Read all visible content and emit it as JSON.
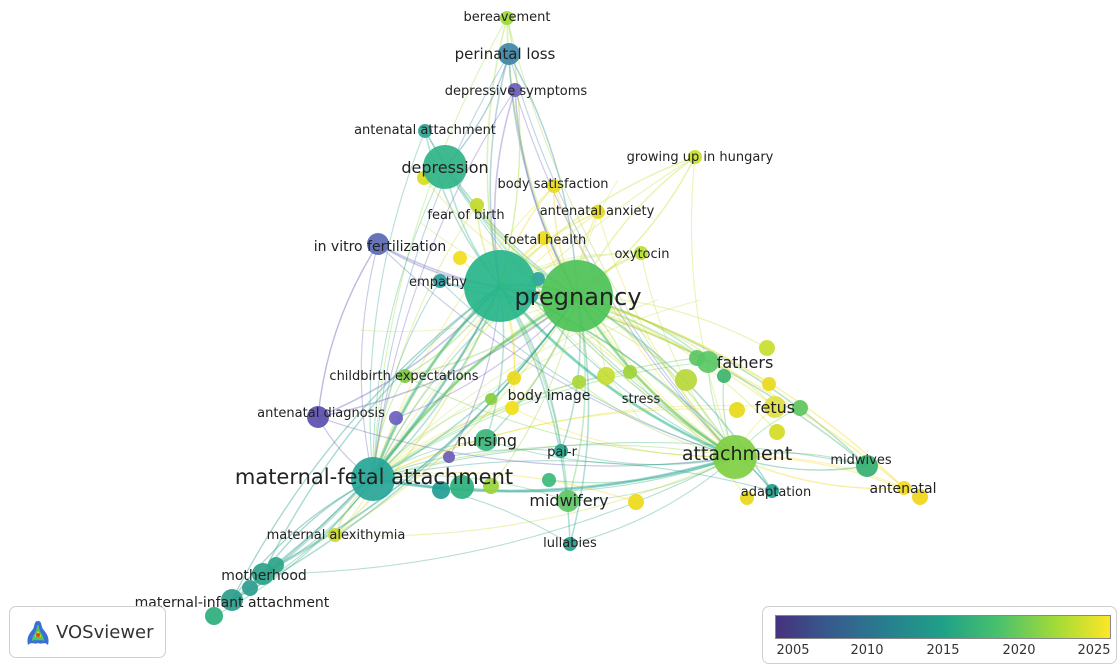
{
  "app": {
    "name": "VOSviewer"
  },
  "legend": {
    "colors": [
      "#46327e",
      "#365c8d",
      "#277f8e",
      "#1fa187",
      "#4ac16d",
      "#a0da39",
      "#fde725"
    ],
    "ticks": [
      "2005",
      "2010",
      "2015",
      "2020",
      "2025"
    ]
  },
  "network": {
    "nodes": [
      {
        "id": "bereavement",
        "label": "bereavement",
        "color": "#9fd938",
        "size": "small"
      },
      {
        "id": "perinatal_loss",
        "label": "perinatal loss",
        "color": "#3d86a8",
        "size": "medium"
      },
      {
        "id": "depressive_symptoms",
        "label": "depressive symptoms",
        "color": "#6a5cb8",
        "size": "small"
      },
      {
        "id": "antenatal_attachment",
        "label": "antenatal attachment",
        "color": "#2fa590",
        "size": "small"
      },
      {
        "id": "depression",
        "label": "depression",
        "color": "#2fb487",
        "size": "large"
      },
      {
        "id": "growing_up_in_hungary",
        "label": "growing up in hungary",
        "color": "#c8df2a",
        "size": "small"
      },
      {
        "id": "body_satisfaction",
        "label": "body satisfaction",
        "color": "#e9da1e",
        "size": "small"
      },
      {
        "id": "antenatal_anxiety",
        "label": "antenatal anxiety",
        "color": "#e5d81c",
        "size": "small"
      },
      {
        "id": "fear_of_birth",
        "label": "fear of birth",
        "color": "#c4d928",
        "size": "small"
      },
      {
        "id": "foetal_health",
        "label": "foetal health",
        "color": "#eedb1a",
        "size": "small"
      },
      {
        "id": "oxytocin",
        "label": "oxytocin",
        "color": "#b9de33",
        "size": "small"
      },
      {
        "id": "in_vitro_fertilization",
        "label": "in vitro fertilization",
        "color": "#5b68b4",
        "size": "medium"
      },
      {
        "id": "empathy",
        "label": "empathy",
        "color": "#2a9aa0",
        "size": "small"
      },
      {
        "id": "pregnancy_a",
        "label": "",
        "color": "#27b58a",
        "size": "huge"
      },
      {
        "id": "pregnancy",
        "label": "pregnancy",
        "color": "#4cc257",
        "size": "huge"
      },
      {
        "id": "fathers",
        "label": "fathers",
        "color": "#59c765",
        "size": "medium"
      },
      {
        "id": "childbirth_expectations",
        "label": "childbirth expectations",
        "color": "#7cc840",
        "size": "small"
      },
      {
        "id": "body_image",
        "label": "body image",
        "color": "#f3de19",
        "size": "small"
      },
      {
        "id": "stress",
        "label": "stress",
        "color": "#9ed43a",
        "size": "small"
      },
      {
        "id": "fetus",
        "label": "fetus",
        "color": "#dfe044",
        "size": "medium"
      },
      {
        "id": "antenatal_diagnosis",
        "label": "antenatal diagnosis",
        "color": "#5a4fae",
        "size": "medium"
      },
      {
        "id": "nursing",
        "label": "nursing",
        "color": "#3cb479",
        "size": "medium"
      },
      {
        "id": "pai_r",
        "label": "pai-r",
        "color": "#2aa38c",
        "size": "small"
      },
      {
        "id": "attachment",
        "label": "attachment",
        "color": "#7fcf43",
        "size": "large"
      },
      {
        "id": "maternal_fetal_attachment",
        "label": "maternal-fetal attachment",
        "color": "#26a597",
        "size": "large"
      },
      {
        "id": "midwives",
        "label": "midwives",
        "color": "#34b071",
        "size": "medium"
      },
      {
        "id": "antenatal",
        "label": "antenatal",
        "color": "#f3d91b",
        "size": "small"
      },
      {
        "id": "adaptation",
        "label": "adaptation",
        "color": "#1f9e89",
        "size": "small"
      },
      {
        "id": "midwifery",
        "label": "midwifery",
        "color": "#5ec464",
        "size": "medium"
      },
      {
        "id": "maternal_alexithymia",
        "label": "maternal alexithymia",
        "color": "#c9d82b",
        "size": "small"
      },
      {
        "id": "lullabies",
        "label": "lullabies",
        "color": "#26a08b",
        "size": "small"
      },
      {
        "id": "motherhood",
        "label": "motherhood",
        "color": "#29a38a",
        "size": "medium"
      },
      {
        "id": "maternal_infant_attachment",
        "label": "maternal-infant attachment",
        "color": "#2a9c8a",
        "size": "medium"
      }
    ]
  }
}
